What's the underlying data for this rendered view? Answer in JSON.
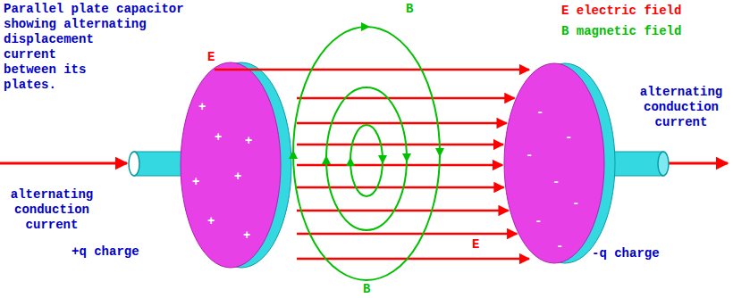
{
  "diagram": {
    "title": "Parallel plate capacitor showing alternating displacement current between its plates.",
    "labels": [
      "B",
      "E",
      "alternating conduction current",
      "+",
      "+",
      "+",
      "+",
      "+",
      "+",
      "+",
      "+q charge",
      "E",
      "B",
      "-",
      "-",
      "-",
      "-",
      "-",
      "-",
      "-",
      "alternating conduction current",
      "-q charge"
    ],
    "legend": [
      {
        "text": "E electric field",
        "color": "#ff0000"
      },
      {
        "text": "B magnetic field",
        "color": "#00c000"
      }
    ]
  }
}
